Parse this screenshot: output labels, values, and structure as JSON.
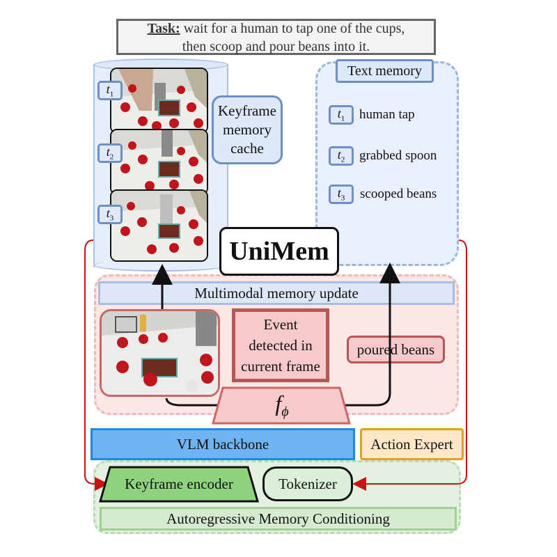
{
  "task": {
    "label": "Task:",
    "line1": " wait for a human to tap one of the cups,",
    "line2": "then scoop and pour beans into it."
  },
  "keyframe_cache": {
    "label_line1": "Keyframe",
    "label_line2": "memory",
    "label_line3": "cache",
    "badges": [
      {
        "t": "t",
        "sub": "1"
      },
      {
        "t": "t",
        "sub": "2"
      },
      {
        "t": "t",
        "sub": "3"
      }
    ]
  },
  "text_memory": {
    "title": "Text memory",
    "items": [
      {
        "t": "t",
        "sub": "1",
        "text": "human tap"
      },
      {
        "t": "t",
        "sub": "2",
        "text": "grabbed spoon"
      },
      {
        "t": "t",
        "sub": "3",
        "text": "scooped beans"
      }
    ]
  },
  "unimem": "UniMem",
  "update": {
    "bar": "Multimodal memory update",
    "event_line1": "Event",
    "event_line2": "detected in",
    "event_line3": "current frame",
    "poured": "poured beans",
    "f_symbol": "f",
    "f_sub": "ϕ"
  },
  "backbone": {
    "vlm": "VLM backbone",
    "action": "Action Expert"
  },
  "conditioning": {
    "encoder": "Keyframe encoder",
    "tokenizer": "Tokenizer",
    "bar": "Autoregressive Memory Conditioning"
  },
  "colors": {
    "blue_accent": "#6d8fc2",
    "red_accent": "#b85555",
    "green_accent": "#9ed294",
    "vlm_blue": "#6fb3f2",
    "action_orange": "#e0a21a",
    "arrow_red": "#cc1111"
  }
}
